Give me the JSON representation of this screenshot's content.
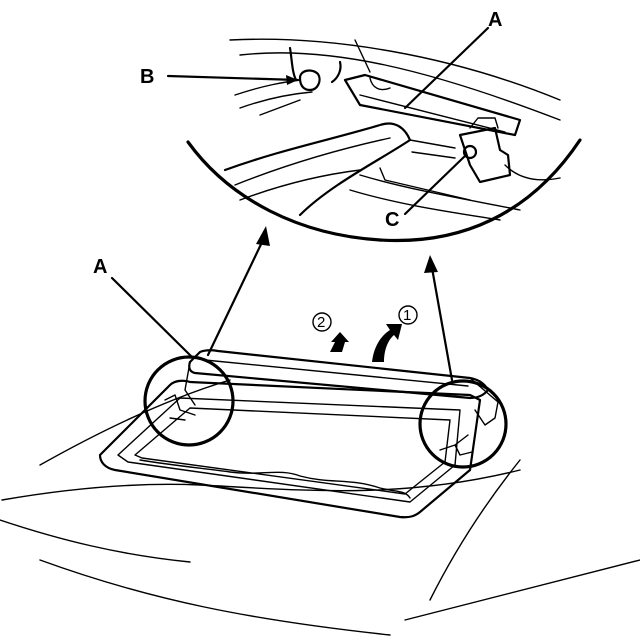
{
  "diagram": {
    "callouts": {
      "a_top": "A",
      "a_left": "A",
      "b": "B",
      "c": "C"
    },
    "steps": {
      "step1": "1",
      "step2": "2"
    },
    "colors": {
      "ink": "#000000",
      "background": "#ffffff"
    }
  }
}
